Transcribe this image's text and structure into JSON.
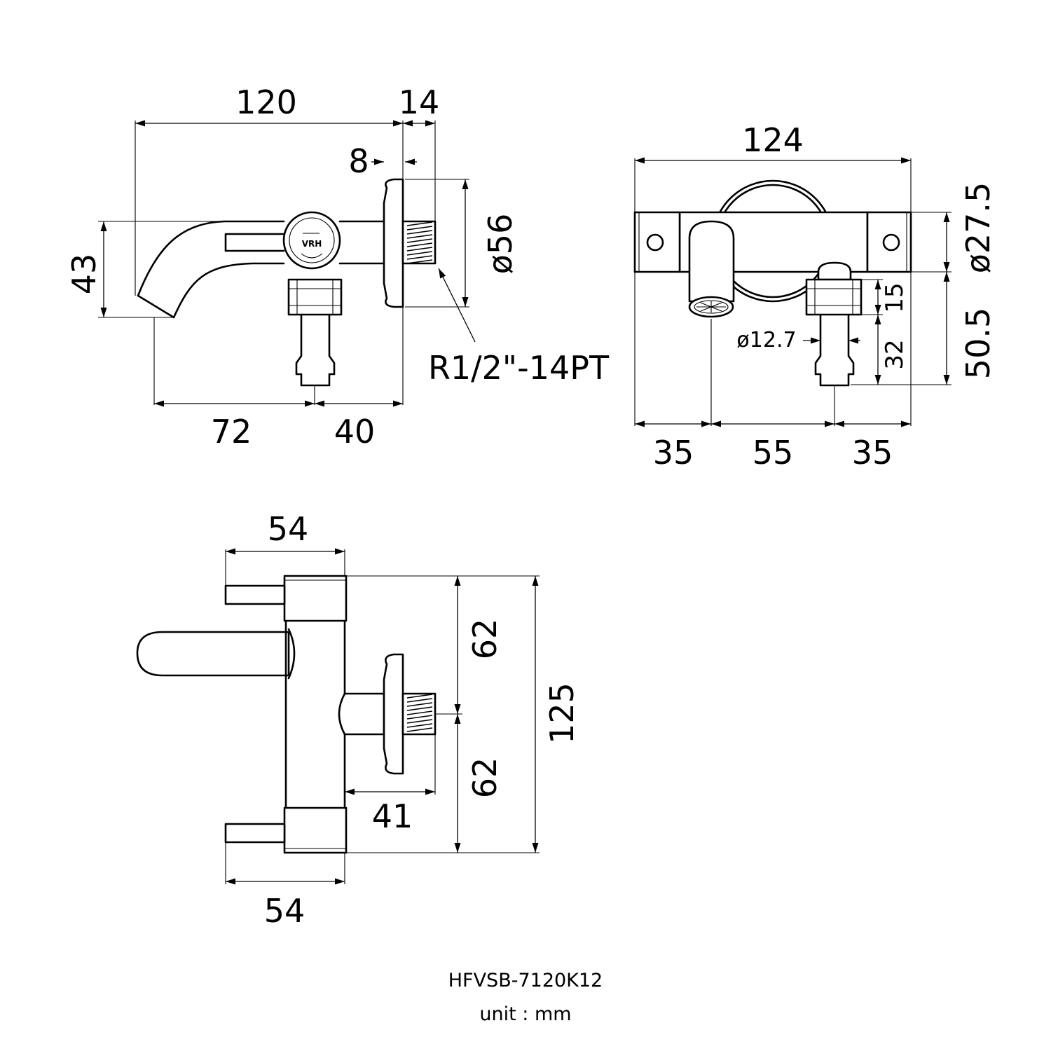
{
  "side_view": {
    "dim_length": "120",
    "dim_flange": "14",
    "dim_offset": "8",
    "dim_height": "43",
    "dim_diameter": "ø56",
    "dim_spout": "72",
    "dim_outlet": "40",
    "thread_label": "R1/2\"-14PT",
    "logo_text": "VRH"
  },
  "front_view": {
    "dim_width": "124",
    "dim_body_diameter": "ø27.5",
    "dim_drop": "50.5",
    "dim_nut": "15",
    "dim_nozzle": "32",
    "dim_nozzle_diameter": "ø12.7",
    "dim_left": "35",
    "dim_center": "55",
    "dim_right": "35"
  },
  "top_view": {
    "dim_top_handle": "54",
    "dim_upper": "62",
    "dim_total": "125",
    "dim_lower": "62",
    "dim_inlet": "41",
    "dim_bottom_handle": "54"
  },
  "footer": {
    "model": "HFVSB-7120K12",
    "unit": "unit : mm"
  }
}
